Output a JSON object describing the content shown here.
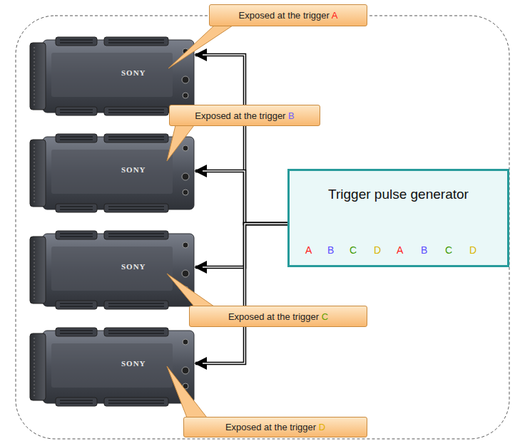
{
  "diagram": {
    "nodes": [
      {
        "text": [
          "Exposed at the trigger A"
        ]
      },
      {
        "text": [
          "SONY"
        ]
      },
      {
        "text": [
          "Exposed at the trigger B"
        ]
      },
      {
        "text": [
          "SONY"
        ]
      },
      {
        "text": [
          "Trigger pulse generator",
          "A",
          "B",
          "C",
          "D",
          "A",
          "B",
          "C",
          "D"
        ]
      },
      {
        "text": [
          "SONY"
        ]
      },
      {
        "text": [
          "Exposed at the trigger C"
        ]
      },
      {
        "text": [
          "SONY"
        ]
      },
      {
        "text": [
          "Exposed at the trigger D"
        ]
      }
    ],
    "edges": [
      {
        "from": 4,
        "to": 1,
        "arrow": "to"
      },
      {
        "from": 4,
        "to": 3,
        "arrow": "to"
      },
      {
        "from": 4,
        "to": 5,
        "arrow": "to"
      },
      {
        "from": 4,
        "to": 7,
        "arrow": "to"
      }
    ]
  }
}
